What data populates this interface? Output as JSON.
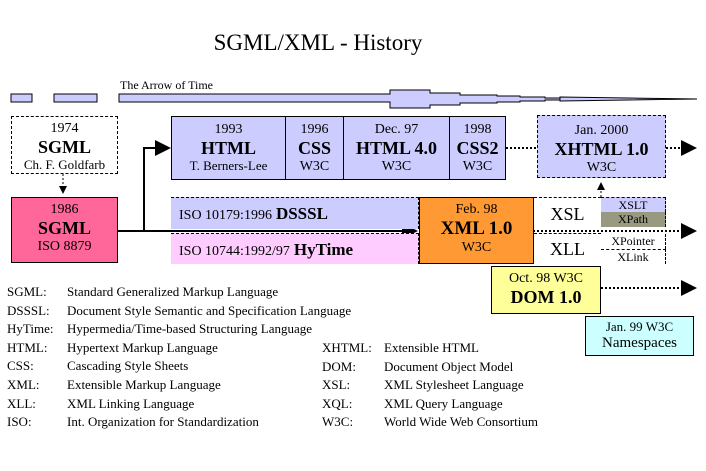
{
  "title": "SGML/XML - History",
  "timeline": {
    "label": "The Arrow of Time"
  },
  "colors": {
    "lavender": "#ccccff",
    "sgml_iso": "#ff6699",
    "xml": "#ff9933",
    "dom": "#ffff99",
    "namespaces": "#ccffff",
    "hytime": "#ffccff",
    "xpath": "#999980"
  },
  "nodes": {
    "sgml1974": {
      "date": "1974",
      "name": "SGML",
      "by": "Ch. F. Goldfarb"
    },
    "sgml1986": {
      "date": "1986",
      "name": "SGML",
      "by": "ISO 8879"
    },
    "html": {
      "date": "1993",
      "name": "HTML",
      "by": "T. Berners-Lee"
    },
    "css": {
      "date": "1996",
      "name": "CSS",
      "by": "W3C"
    },
    "html4": {
      "date": "Dec. 97",
      "name": "HTML 4.0",
      "by": "W3C"
    },
    "css2": {
      "date": "1998",
      "name": "CSS2",
      "by": "W3C"
    },
    "xhtml": {
      "date": "Jan. 2000",
      "name": "XHTML 1.0",
      "by": "W3C"
    },
    "dsssl": {
      "prefix": "ISO 10179:1996",
      "name": "DSSSL"
    },
    "hytime": {
      "prefix": "ISO 10744:1992/97",
      "name": "HyTime"
    },
    "xml": {
      "date": "Feb. 98",
      "name": "XML 1.0",
      "by": "W3C"
    },
    "xsl": {
      "name": "XSL"
    },
    "xll": {
      "name": "XLL"
    },
    "xslt": {
      "name": "XSLT"
    },
    "xpath": {
      "name": "XPath"
    },
    "xpointer": {
      "name": "XPointer"
    },
    "xlink": {
      "name": "XLink"
    },
    "dom": {
      "date": "Oct. 98 W3C",
      "name": "DOM 1.0"
    },
    "namespaces": {
      "date": "Jan. 99 W3C",
      "name": "Namespaces"
    }
  },
  "legend_left": [
    {
      "abbr": "SGML:",
      "desc": "Standard Generalized Markup Language"
    },
    {
      "abbr": "DSSSL:",
      "desc": "Document Style Semantic and Specification Language"
    },
    {
      "abbr": "HyTime:",
      "desc": "Hypermedia/Time-based Structuring Language"
    },
    {
      "abbr": "HTML:",
      "desc": "Hypertext Markup Language"
    },
    {
      "abbr": "CSS:",
      "desc": "Cascading Style Sheets"
    },
    {
      "abbr": "XML:",
      "desc": "Extensible Markup Language"
    },
    {
      "abbr": "XLL:",
      "desc": "XML Linking Language"
    },
    {
      "abbr": "ISO:",
      "desc": "Int. Organization for Standardization"
    }
  ],
  "legend_right": [
    {
      "abbr": "XHTML:",
      "desc": "Extensible HTML"
    },
    {
      "abbr": "DOM:",
      "desc": "Document Object Model"
    },
    {
      "abbr": "XSL:",
      "desc": "XML Stylesheet Language"
    },
    {
      "abbr": "XQL:",
      "desc": "XML Query Language"
    },
    {
      "abbr": "W3C:",
      "desc": "World Wide Web Consortium"
    }
  ]
}
